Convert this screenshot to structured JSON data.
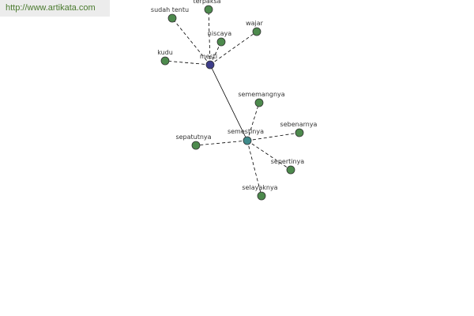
{
  "watermark": {
    "url": "http://www.artikata.com"
  },
  "colors": {
    "hub_primary": "#3d3d8a",
    "hub_secondary": "#3f8a8a",
    "leaf": "#4d8a4d",
    "node_stroke": "#333333",
    "edge": "#000000",
    "watermark_bg": "#ececec",
    "watermark_text": "#4a7a2e"
  },
  "graph": {
    "nodes": [
      {
        "id": "mesti",
        "label": "mesti",
        "kind": "hub_primary"
      },
      {
        "id": "semestinya",
        "label": "semestinya",
        "kind": "hub_secondary"
      },
      {
        "id": "terpaksa",
        "label": "terpaksa",
        "kind": "leaf"
      },
      {
        "id": "sudah_tentu",
        "label": "sudah tentu",
        "kind": "leaf"
      },
      {
        "id": "niscaya",
        "label": "niscaya",
        "kind": "leaf"
      },
      {
        "id": "wajar",
        "label": "wajar",
        "kind": "leaf"
      },
      {
        "id": "kudu",
        "label": "kudu",
        "kind": "leaf"
      },
      {
        "id": "sememangnya",
        "label": "sememangnya",
        "kind": "leaf"
      },
      {
        "id": "sebenarnya",
        "label": "sebenarnya",
        "kind": "leaf"
      },
      {
        "id": "sepatutnya",
        "label": "sepatutnya",
        "kind": "leaf"
      },
      {
        "id": "sepertinya",
        "label": "sepertinya",
        "kind": "leaf"
      },
      {
        "id": "selayaknya",
        "label": "selayaknya",
        "kind": "leaf"
      }
    ],
    "edges": [
      {
        "from": "mesti",
        "to": "semestinya",
        "style": "solid"
      },
      {
        "from": "mesti",
        "to": "terpaksa",
        "style": "dashed"
      },
      {
        "from": "mesti",
        "to": "sudah_tentu",
        "style": "dashed"
      },
      {
        "from": "mesti",
        "to": "niscaya",
        "style": "dashed"
      },
      {
        "from": "mesti",
        "to": "wajar",
        "style": "dashed"
      },
      {
        "from": "mesti",
        "to": "kudu",
        "style": "dashed"
      },
      {
        "from": "semestinya",
        "to": "sememangnya",
        "style": "dashed"
      },
      {
        "from": "semestinya",
        "to": "sebenarnya",
        "style": "dashed"
      },
      {
        "from": "semestinya",
        "to": "sepatutnya",
        "style": "dashed"
      },
      {
        "from": "semestinya",
        "to": "sepertinya",
        "style": "dashed"
      },
      {
        "from": "semestinya",
        "to": "selayaknya",
        "style": "dashed"
      }
    ]
  }
}
